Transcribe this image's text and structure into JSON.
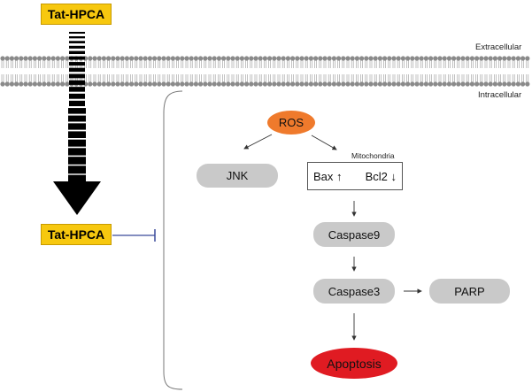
{
  "colors": {
    "tat": "#f7c80f",
    "ros": "#ef7a2c",
    "apoptosis": "#e01b22",
    "node": "#c9c9c9",
    "inhibit_line": "#3b4a9a"
  },
  "labels": {
    "tat_top": "Tat-HPCA",
    "tat_mid": "Tat-HPCA",
    "extracellular": "Extracellular",
    "intracellular": "Intracellular",
    "mitochondria": "Mitochondria",
    "ros": "ROS",
    "jnk": "JNK",
    "bax": "Bax ↑",
    "bcl2": "Bcl2 ↓",
    "caspase9": "Caspase9",
    "caspase3": "Caspase3",
    "parp": "PARP",
    "apoptosis": "Apoptosis"
  }
}
